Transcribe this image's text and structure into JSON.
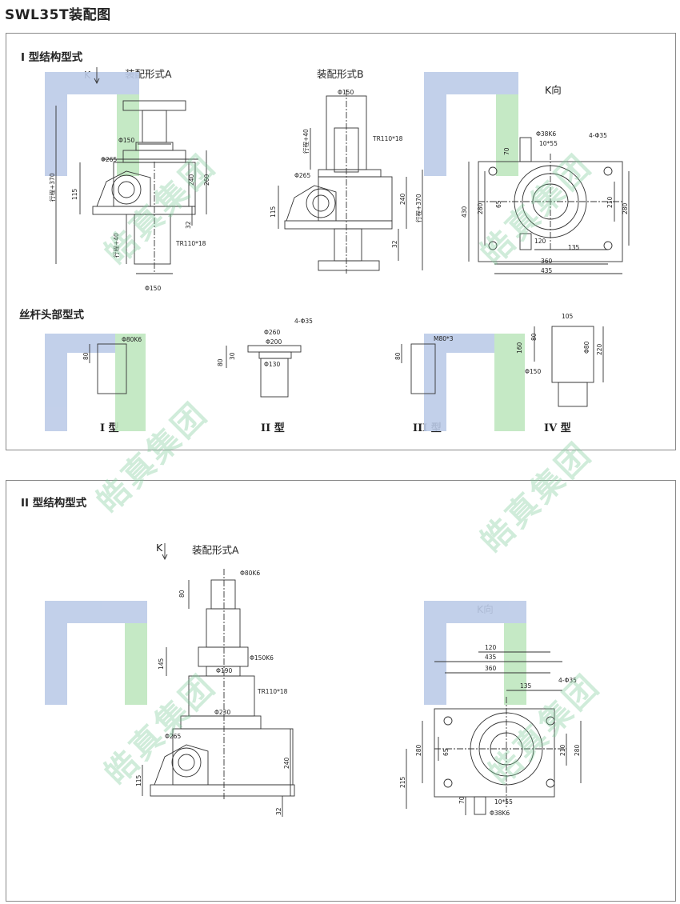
{
  "page_title": "SWL35T装配图",
  "panel1": {
    "section_structure": "I 型结构型式",
    "assembly_a": "装配形式A",
    "assembly_b": "装配形式B",
    "k_view": "K向",
    "k_mark": "K",
    "section_head": "丝杆头部型式",
    "types": [
      "I 型",
      "II 型",
      "III 型",
      "IV 型"
    ],
    "dims_a": [
      "Φ150",
      "Φ265",
      "115",
      "260",
      "240",
      "32",
      "行程+370",
      "行程+40",
      "TR110*18",
      "Φ150"
    ],
    "dims_b": [
      "Φ150",
      "TR110*18",
      "行程+40",
      "Φ265",
      "115",
      "240",
      "行程+370",
      "32"
    ],
    "dims_k": [
      "Φ38K6",
      "10*55",
      "4-Φ35",
      "70",
      "430",
      "280",
      "65",
      "210",
      "280",
      "120",
      "135",
      "360",
      "435"
    ],
    "dims_heads": [
      "Φ80K6",
      "80",
      "4-Φ35",
      "Φ260",
      "Φ200",
      "80",
      "30",
      "Φ130",
      "M80*3",
      "80",
      "105",
      "160",
      "80",
      "Φ80",
      "220",
      "Φ150"
    ]
  },
  "panel2": {
    "section_structure": "II 型结构型式",
    "assembly_a": "装配形式A",
    "k_view": "K向",
    "k_mark": "K",
    "dims_a": [
      "Φ80K6",
      "80",
      "145",
      "Φ150K6",
      "Φ190",
      "TR110*18",
      "Φ230",
      "Φ265",
      "115",
      "240",
      "32"
    ],
    "dims_k": [
      "120",
      "435",
      "360",
      "135",
      "4-Φ35",
      "280",
      "65",
      "210",
      "280",
      "215",
      "70",
      "10*55",
      "Φ38K6"
    ]
  },
  "watermark": "皓真集团",
  "colors": {
    "line": "#333333",
    "wm_blue": "#b8c8e6",
    "wm_green": "#b8e6b8"
  }
}
